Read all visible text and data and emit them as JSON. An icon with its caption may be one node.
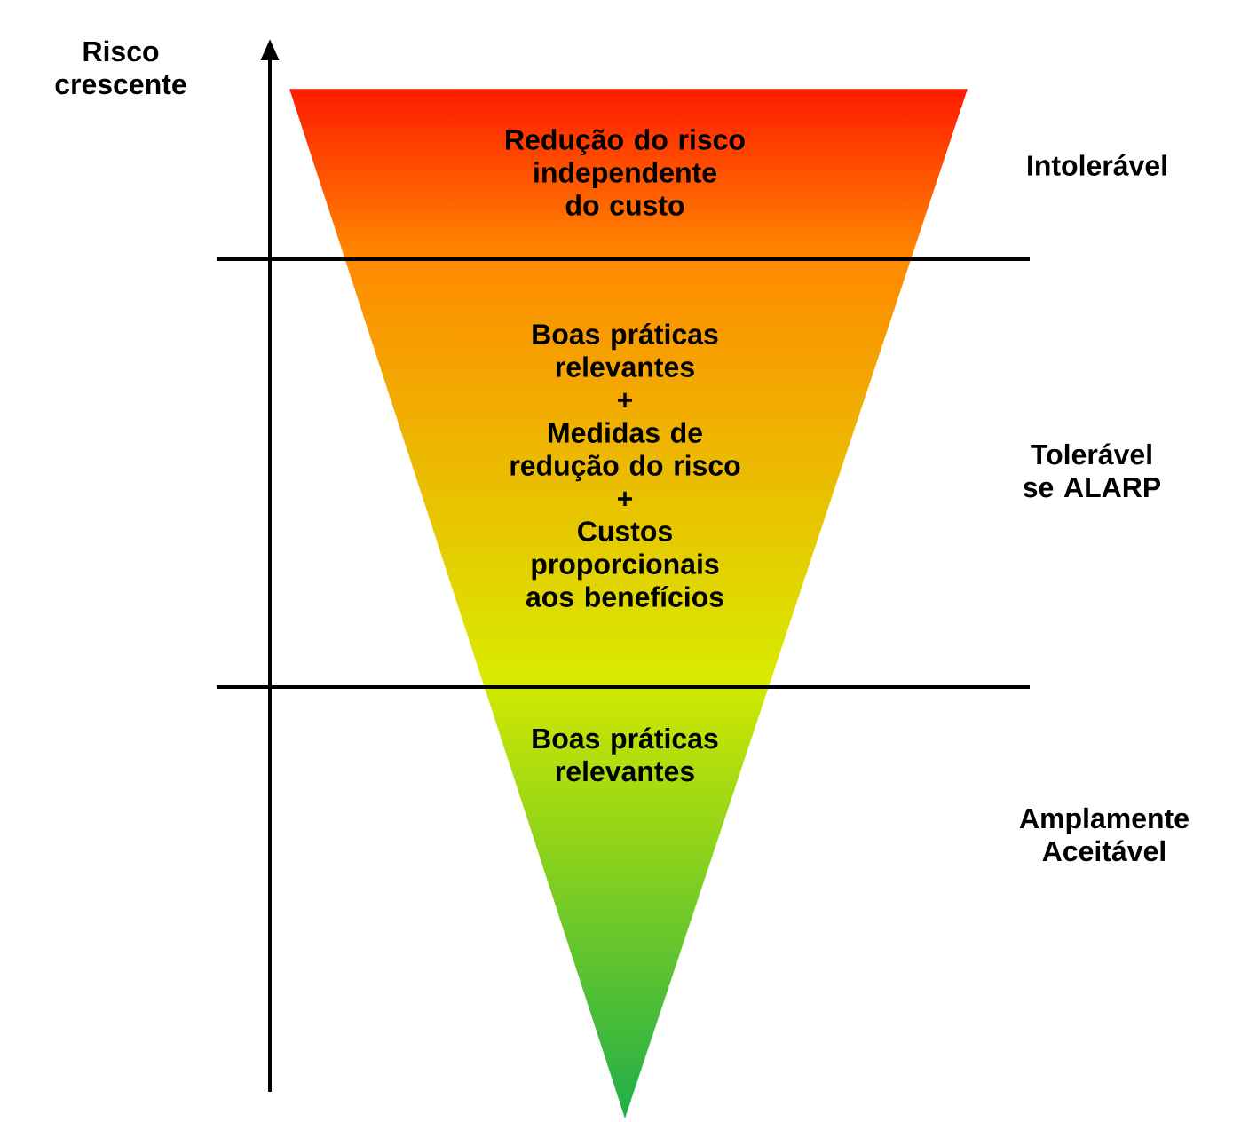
{
  "diagram": {
    "nodes": [
      {
        "text": [
          "Redução do risco independente do custo"
        ]
      },
      {
        "text": [
          "Boas práticas relevantes",
          "+",
          "Medidas de redução do risco",
          "+",
          "Custos proporcionais aos benefícios"
        ]
      },
      {
        "text": [
          "Boas práticas relevantes"
        ]
      }
    ],
    "labels": [
      "Risco crescente",
      "Intolerável",
      "Tolerável se ALARP",
      "Amplamente Aceitável"
    ]
  }
}
